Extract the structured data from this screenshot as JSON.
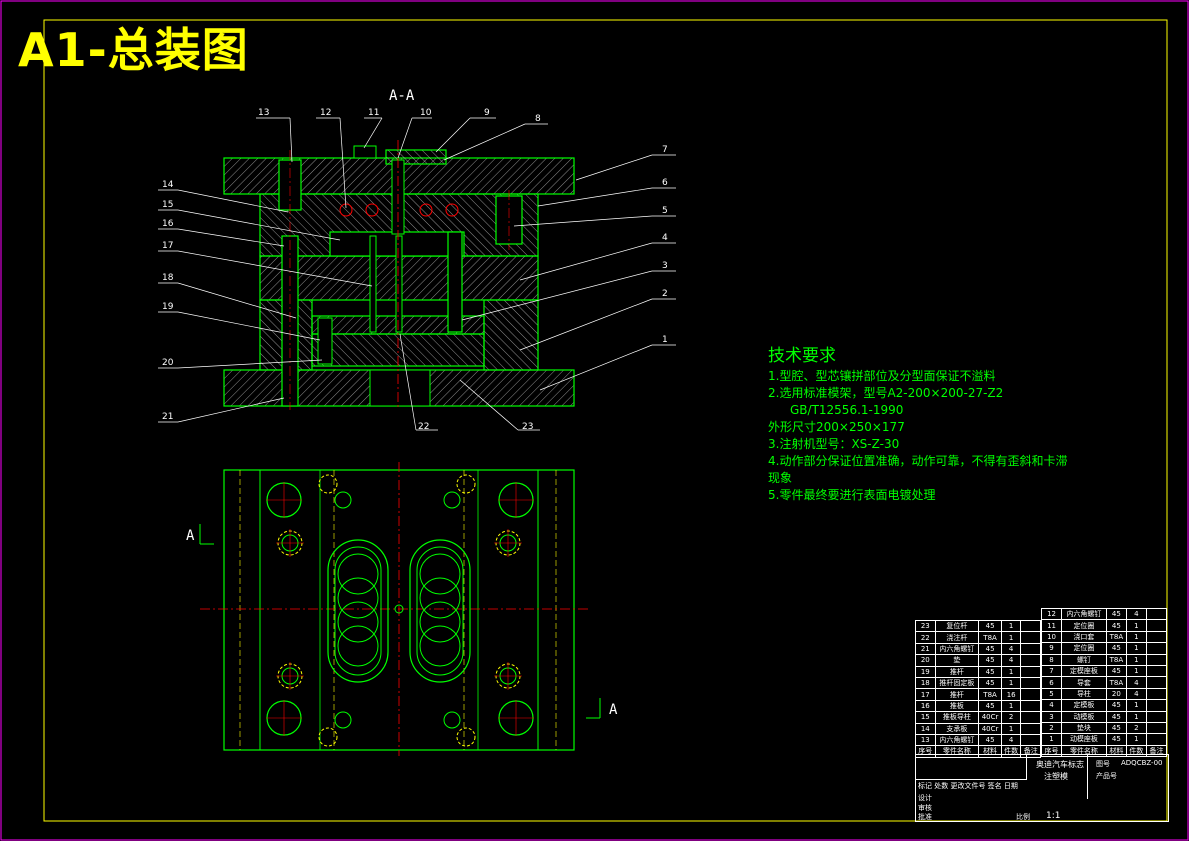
{
  "title": "A1-总装图",
  "section_label": "A-A",
  "view_markers": {
    "left": "A",
    "right": "A"
  },
  "callouts": {
    "top": [
      "13",
      "12",
      "11",
      "10",
      "9",
      "8"
    ],
    "right": [
      "7",
      "6",
      "5",
      "4",
      "3",
      "2",
      "1"
    ],
    "left": [
      "14",
      "15",
      "16",
      "17",
      "18",
      "19",
      "20",
      "21"
    ],
    "bottom": [
      "22",
      "23"
    ]
  },
  "tech": {
    "heading": "技术要求",
    "lines": [
      "1.型腔、型芯镶拼部位及分型面保证不溢料",
      "2.选用标准模架，型号A2-200×200-27-Z2",
      "GB/T12556.1-1990",
      "外形尺寸200×250×177",
      "3.注射机型号：XS-Z-30",
      "4.动作部分保证位置准确，动作可靠，不得有歪斜和卡滞",
      "现象",
      "5.零件最终要进行表面电镀处理"
    ]
  },
  "bom_left": [
    [
      "23",
      "复位杆",
      "45",
      "1"
    ],
    [
      "22",
      "浇注杆",
      "T8A",
      "1"
    ],
    [
      "21",
      "内六角螺钉",
      "45",
      "4"
    ],
    [
      "20",
      "垫",
      "45",
      "4"
    ],
    [
      "19",
      "推杆",
      "45",
      "1"
    ],
    [
      "18",
      "推杆固定板",
      "45",
      "1"
    ],
    [
      "17",
      "推杆",
      "T8A",
      "16"
    ],
    [
      "16",
      "推板",
      "45",
      "1"
    ],
    [
      "15",
      "推板导柱",
      "40Cr",
      "2"
    ],
    [
      "14",
      "支承板",
      "40Cr",
      "1"
    ],
    [
      "13",
      "内六角螺钉",
      "45",
      "4"
    ]
  ],
  "bom_right": [
    [
      "12",
      "内六角螺钉",
      "45",
      "4"
    ],
    [
      "11",
      "定位圈",
      "45",
      "1"
    ],
    [
      "10",
      "浇口套",
      "T8A",
      "1"
    ],
    [
      "9",
      "定位圈",
      "45",
      "1"
    ],
    [
      "8",
      "螺钉",
      "T8A",
      "1"
    ],
    [
      "7",
      "定模座板",
      "45",
      "1"
    ],
    [
      "6",
      "导套",
      "T8A",
      "4"
    ],
    [
      "5",
      "导柱",
      "20",
      "4"
    ],
    [
      "4",
      "定模板",
      "45",
      "1"
    ],
    [
      "3",
      "动模板",
      "45",
      "1"
    ],
    [
      "2",
      "垫块",
      "45",
      "2"
    ],
    [
      "1",
      "动模座板",
      "45",
      "1"
    ]
  ],
  "bom_header": [
    "序号",
    "零件名称",
    "材料",
    "件数",
    "备注"
  ],
  "title_block": {
    "name": "奥迪汽车标志",
    "subtitle": "注塑模",
    "drawing_no_label": "图号",
    "drawing_no": "ADQCBZ-00",
    "product_label": "产品号",
    "rows": [
      "标记 处数 更改文件号 签名 日期",
      "设计",
      "审核",
      "批准"
    ],
    "scale_label": "比例",
    "scale": "1:1"
  },
  "colors": {
    "green": "#00ff00",
    "yellow": "#ffff00",
    "magenta": "#ff00ff",
    "red": "#ff0000",
    "white": "#ffffff"
  }
}
